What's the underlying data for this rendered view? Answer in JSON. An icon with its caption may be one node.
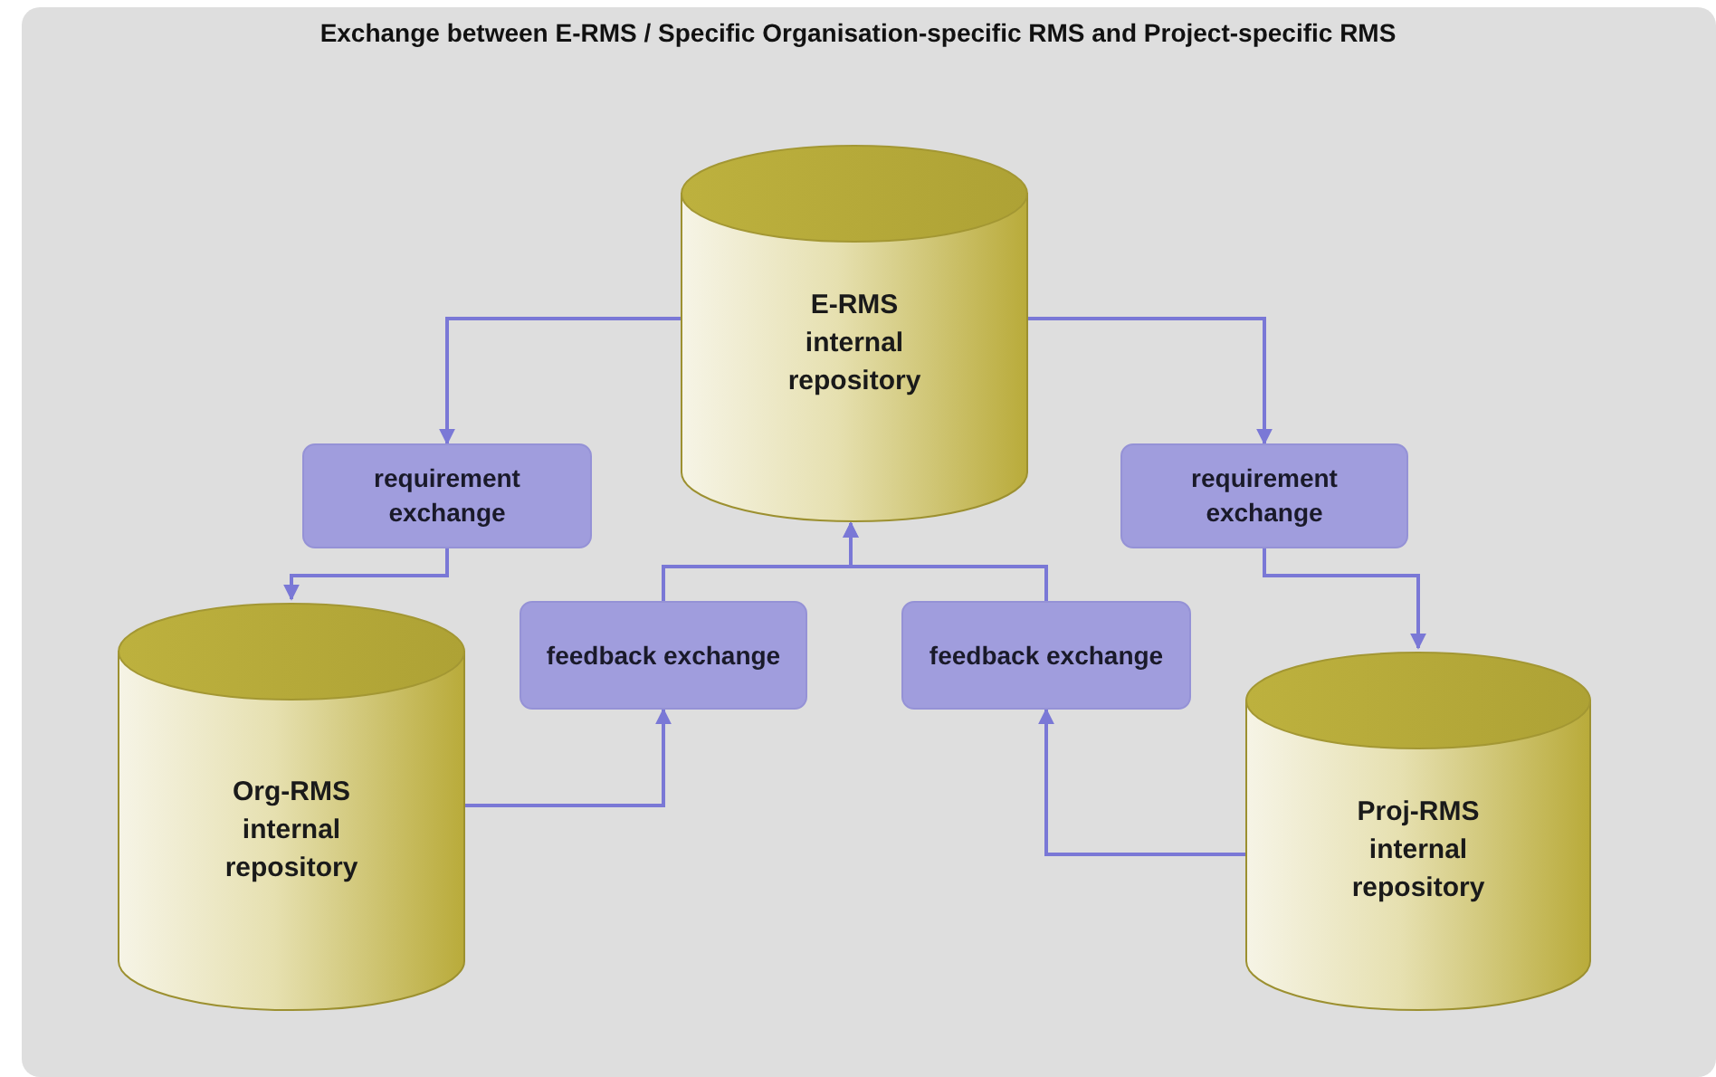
{
  "diagram": {
    "title": "Exchange between E-RMS / Specific Organisation-specific RMS and Project-specific RMS",
    "nodes": [
      {
        "text": [
          "E-RMS internal repository"
        ]
      },
      {
        "text": [
          "requirement exchange"
        ]
      },
      {
        "text": [
          "requirement exchange"
        ]
      },
      {
        "text": [
          "feedback exchange"
        ]
      },
      {
        "text": [
          "feedback exchange"
        ]
      },
      {
        "text": [
          "Org-RMS internal repository"
        ]
      },
      {
        "text": [
          "Proj-RMS internal repository"
        ]
      }
    ],
    "edges": [
      {
        "from": 0,
        "to": 1,
        "arrow": "to"
      },
      {
        "from": 0,
        "to": 2,
        "arrow": "to"
      },
      {
        "from": 1,
        "to": 5,
        "arrow": "to"
      },
      {
        "from": 2,
        "to": 6,
        "arrow": "to"
      },
      {
        "from": 5,
        "to": 3,
        "arrow": "to"
      },
      {
        "from": 6,
        "to": 4,
        "arrow": "to"
      },
      {
        "from": 3,
        "to": 0,
        "arrow": "to"
      },
      {
        "from": 4,
        "to": 0,
        "arrow": "to"
      }
    ]
  }
}
